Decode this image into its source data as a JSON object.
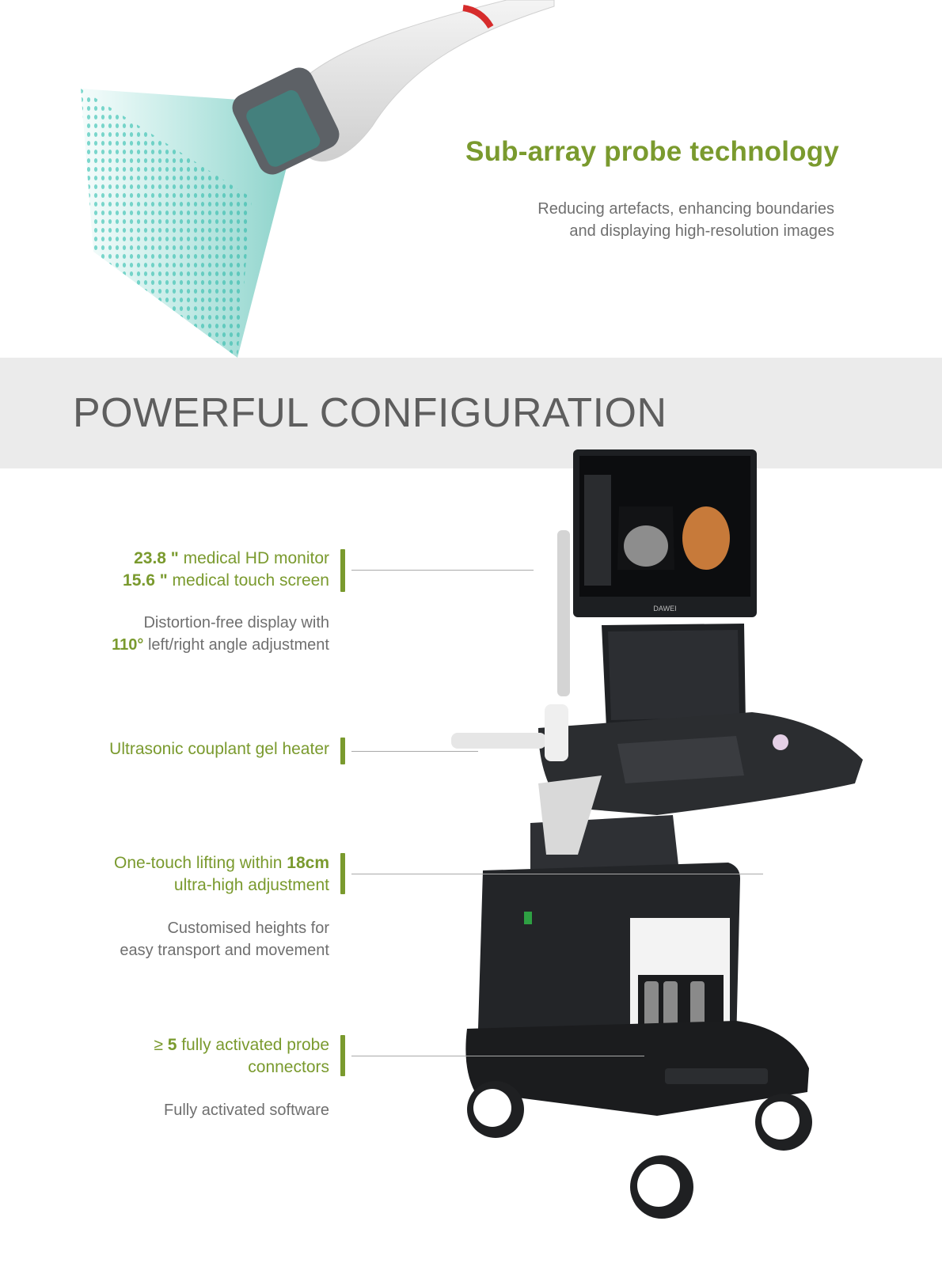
{
  "hero": {
    "title": "Sub-array probe technology",
    "subtitle_line1": "Reducing artefacts, enhancing boundaries",
    "subtitle_line2": "and displaying high-resolution images"
  },
  "section": {
    "title": "POWERFUL CONFIGURATION"
  },
  "features": [
    {
      "head_line1_strong": "23.8 \"",
      "head_line1_rest": " medical HD monitor",
      "head_line2_strong": "15.6 \"",
      "head_line2_rest": " medical touch screen",
      "desc_line1": "Distortion-free display with",
      "desc_line2_strong": "110°",
      "desc_line2_rest": " left/right angle adjustment"
    },
    {
      "head_line1": "Ultrasonic couplant gel heater"
    },
    {
      "head_line1_rest": "One-touch lifting within ",
      "head_line1_strong": "18cm",
      "head_line2": "ultra-high adjustment",
      "desc_line1": "Customised heights for",
      "desc_line2": "easy transport and movement"
    },
    {
      "head_line1_pre": "≥ ",
      "head_line1_strong": "5",
      "head_line1_rest": " fully activated probe",
      "head_line2": "connectors",
      "desc_line1": "Fully activated software"
    }
  ],
  "monitor_brand": "DAWEI",
  "colors": {
    "accent": "#7a9a2e",
    "band": "#ebebeb",
    "text": "#6f6f6f",
    "teal": "#3cc3b4"
  }
}
